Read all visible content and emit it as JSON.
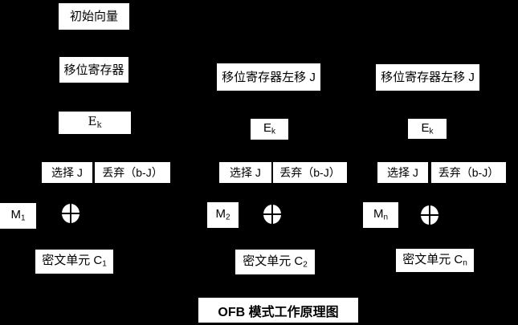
{
  "colors": {
    "background": "#000000",
    "box_fill": "#ffffff",
    "box_text": "#000000"
  },
  "title": "OFB 模式工作原理图",
  "col1": {
    "initial_vector": "初始向量",
    "shift_register": "移位寄存器",
    "cipher_e": "E",
    "cipher_e_sub": "k",
    "select": "选择 J",
    "discard": "丢弃（b-J）",
    "message": "M",
    "message_sub": "1",
    "ciphertext": "密文单元 C",
    "ciphertext_sub": "1"
  },
  "col2": {
    "shift_register": "移位寄存器左移 J",
    "cipher_e": "E",
    "cipher_e_sub": "k",
    "select": "选择 J",
    "discard": "丢弃（b-J）",
    "message": "M",
    "message_sub": "2",
    "ciphertext": "密文单元 C",
    "ciphertext_sub": "2"
  },
  "col3": {
    "shift_register": "移位寄存器左移 J",
    "cipher_e": "E",
    "cipher_e_sub": "k",
    "select": "选择 J",
    "discard": "丢弃（b-J）",
    "message": "M",
    "message_sub": "n",
    "ciphertext": "密文单元 C",
    "ciphertext_sub": "n"
  }
}
